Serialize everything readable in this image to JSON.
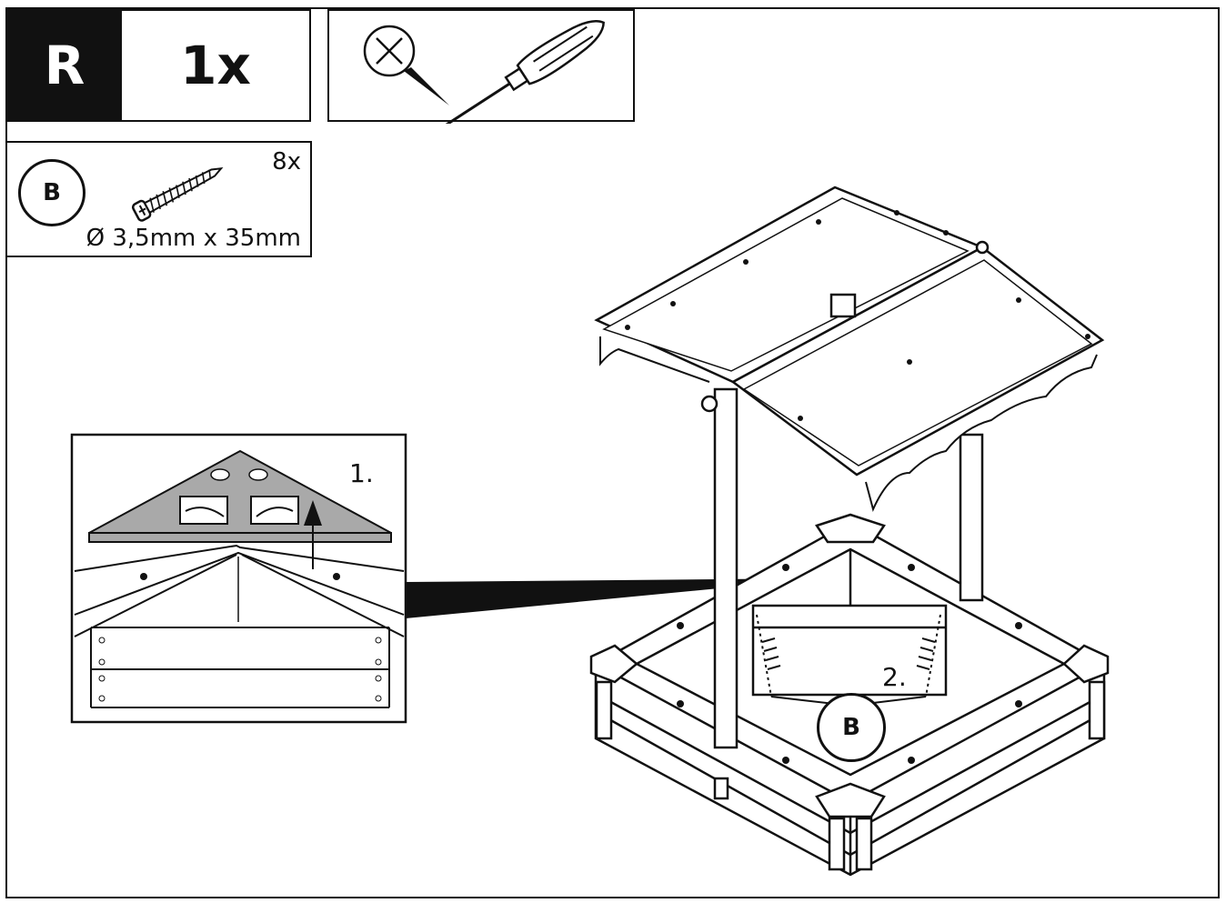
{
  "header": {
    "step_letter": "R",
    "quantity": "1x"
  },
  "tools": [
    {
      "icon": "phillips-screw-head-icon"
    },
    {
      "icon": "screwdriver-icon"
    }
  ],
  "hardware": {
    "part_label": "B",
    "count": "8x",
    "size": "Ø 3,5mm x 35mm",
    "icon": "screw-icon"
  },
  "steps": {
    "step1_label": "1.",
    "step2_label": "2."
  },
  "diagram": {
    "part_callout": "B"
  },
  "colors": {
    "line": "#111111",
    "panel_fill": "#a9a9a9",
    "background": "#ffffff"
  }
}
